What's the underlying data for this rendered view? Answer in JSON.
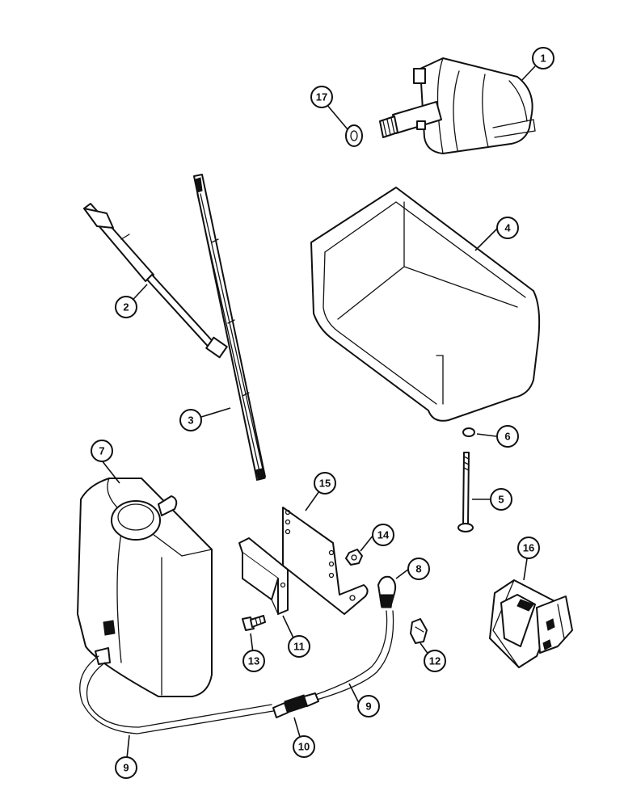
{
  "callouts": [
    {
      "id": "c1",
      "label": "1"
    },
    {
      "id": "c2",
      "label": "2"
    },
    {
      "id": "c3",
      "label": "3"
    },
    {
      "id": "c4",
      "label": "4"
    },
    {
      "id": "c5",
      "label": "5"
    },
    {
      "id": "c6",
      "label": "6"
    },
    {
      "id": "c7",
      "label": "7"
    },
    {
      "id": "c8",
      "label": "8"
    },
    {
      "id": "c9a",
      "label": "9"
    },
    {
      "id": "c9b",
      "label": "9"
    },
    {
      "id": "c10",
      "label": "10"
    },
    {
      "id": "c11",
      "label": "11"
    },
    {
      "id": "c12",
      "label": "12"
    },
    {
      "id": "c13",
      "label": "13"
    },
    {
      "id": "c14",
      "label": "14"
    },
    {
      "id": "c15",
      "label": "15"
    },
    {
      "id": "c16",
      "label": "16"
    },
    {
      "id": "c17",
      "label": "17"
    }
  ],
  "colors": {
    "ink": "#111111",
    "paper": "#ffffff"
  }
}
